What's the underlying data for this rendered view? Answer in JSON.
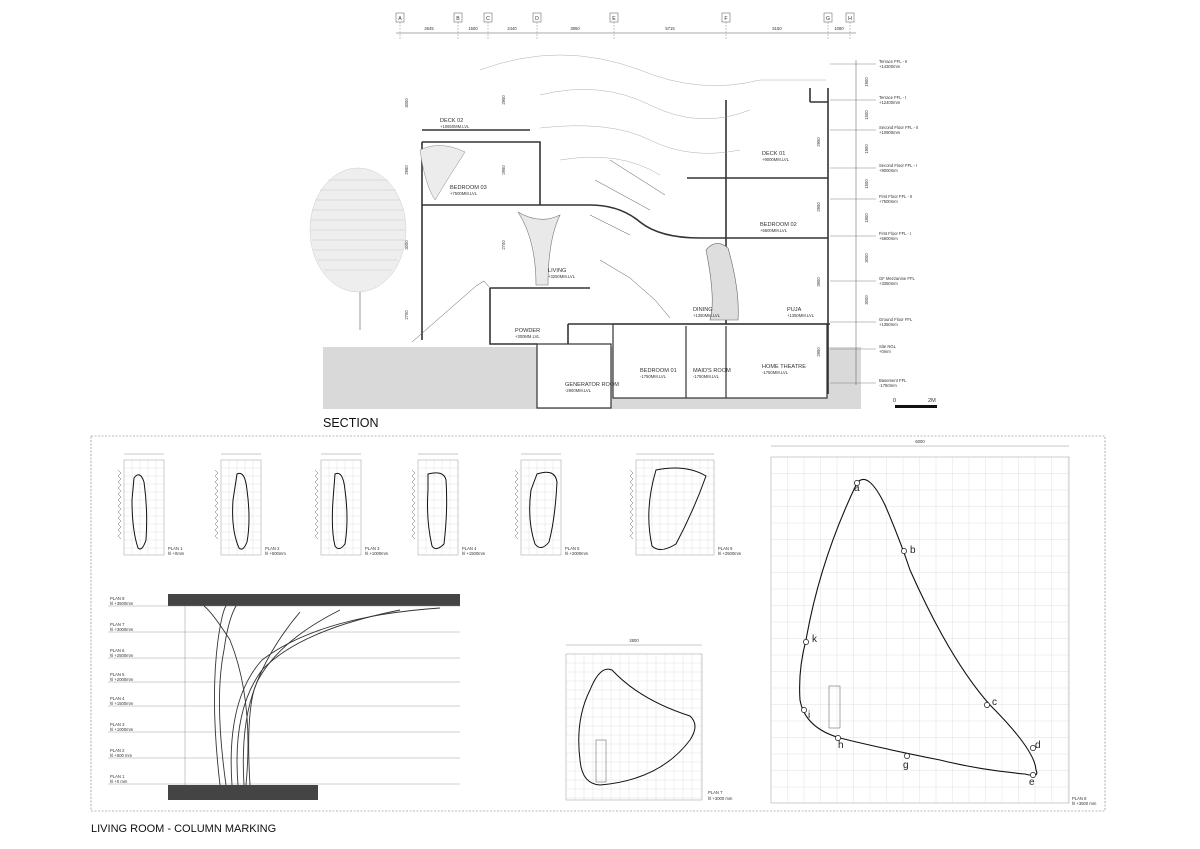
{
  "section": {
    "title": "SECTION",
    "scale": {
      "start": "0",
      "end": "2M"
    },
    "grid_letters": [
      "A",
      "B",
      "C",
      "D",
      "E",
      "F",
      "G",
      "H"
    ],
    "top_dims": [
      "2645",
      "1500",
      "2440",
      "3950",
      "5715",
      "5150",
      "1080"
    ],
    "left_dims": [
      "3000",
      "2950",
      "3000",
      "2700"
    ],
    "mid_dims": [
      "2950",
      "2950",
      "2700"
    ],
    "right_dims": [
      "2950",
      "2950",
      "3900",
      "2950"
    ],
    "elev_dims": [
      "1900",
      "1500",
      "1900",
      "1500",
      "1800",
      "3000",
      "3000"
    ],
    "rooms": [
      {
        "name": "DECK 02",
        "level": "+10650MM.LVL"
      },
      {
        "name": "BEDROOM 03",
        "level": "+7500MM.LVL"
      },
      {
        "name": "LIVING",
        "level": "+3250MM.LVL"
      },
      {
        "name": "POWDER",
        "level": "+300MM.LVL"
      },
      {
        "name": "GENERATOR ROOM",
        "level": "-2900MM.LVL"
      },
      {
        "name": "BEDROOM 01",
        "level": "-1750MM.LVL"
      },
      {
        "name": "MAID'S ROOM",
        "level": "-1750MM.LVL"
      },
      {
        "name": "HOME THEATRE",
        "level": "-1750MM.LVL"
      },
      {
        "name": "DINING",
        "level": "+1350MM.LVL"
      },
      {
        "name": "PUJA",
        "level": "+1350MM.LVL"
      },
      {
        "name": "BEDROOM 02",
        "level": "+5600MM.LVL"
      },
      {
        "name": "DECK 01",
        "level": "+9000MM.LVL"
      }
    ],
    "levels": [
      {
        "name": "Terrace FFL - II",
        "value": "+14300mm"
      },
      {
        "name": "Terrace FFL - I",
        "value": "+12400mm"
      },
      {
        "name": "Second Floor FFL - II",
        "value": "+10900mm"
      },
      {
        "name": "Second Floor FFL - I",
        "value": "+9000mm"
      },
      {
        "name": "First Floor FFL - II",
        "value": "+7500mm"
      },
      {
        "name": "First Floor FFL - I",
        "value": "+5600mm"
      },
      {
        "name": "GF Mezzanine FFL",
        "value": "+3350mm"
      },
      {
        "name": "Ground Floor FFL",
        "value": "+1350mm"
      },
      {
        "name": "Site NGL",
        "value": "+0mm"
      },
      {
        "name": "Basement FFL",
        "value": "-1750mm"
      }
    ]
  },
  "column": {
    "title": "LIVING ROOM - COLUMN MARKING",
    "plans": [
      {
        "name": "PLAN 1",
        "height": "hl +0mm"
      },
      {
        "name": "PLAN 2",
        "height": "hl +500mm"
      },
      {
        "name": "PLAN 3",
        "height": "hl +1000mm"
      },
      {
        "name": "PLAN 4",
        "height": "hl +1500mm"
      },
      {
        "name": "PLAN 5",
        "height": "hl +2000mm"
      },
      {
        "name": "PLAN 6",
        "height": "hl +2500mm"
      }
    ],
    "elevation_plans": [
      {
        "name": "PLAN 8",
        "height": "hl +3500mm"
      },
      {
        "name": "PLAN 7",
        "height": "hl +3000mm"
      },
      {
        "name": "PLAN 6",
        "height": "hl +2500mm"
      },
      {
        "name": "PLAN 5",
        "height": "hl +2000mm"
      },
      {
        "name": "PLAN 4",
        "height": "hl +1500mm"
      },
      {
        "name": "PLAN 3",
        "height": "hl +1000mm"
      },
      {
        "name": "PLAN 2",
        "height": "hl +500 mm"
      },
      {
        "name": "PLAN 1",
        "height": "hl +0 mm"
      }
    ],
    "plan7": {
      "name": "PLAN 7",
      "height": "hl +3000 mm",
      "width": "2800"
    },
    "plan8": {
      "name": "PLAN 8",
      "height": "hl +3500 mm",
      "width": "6000",
      "points": [
        "a",
        "b",
        "c",
        "d",
        "e",
        "g",
        "h",
        "i",
        "k"
      ]
    }
  }
}
